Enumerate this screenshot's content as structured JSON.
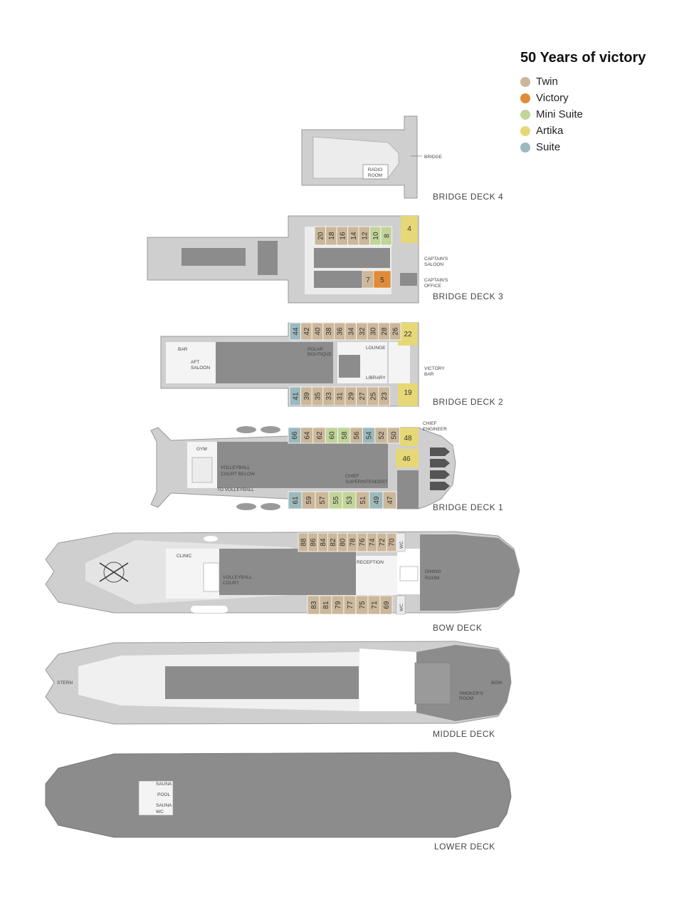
{
  "legend": {
    "title": "50 Years of victory",
    "items": [
      {
        "label": "Twin",
        "color": "#cbb79a"
      },
      {
        "label": "Victory",
        "color": "#e08b3a"
      },
      {
        "label": "Mini Suite",
        "color": "#c2d49a"
      },
      {
        "label": "Artika",
        "color": "#e6d877"
      },
      {
        "label": "Suite",
        "color": "#9db9bd"
      }
    ]
  },
  "decks": {
    "bridge4": {
      "name": "BRIDGE DECK 4",
      "rooms": {
        "bridge": "BRIDGE",
        "radio1": "RADIO",
        "radio2": "ROOM"
      }
    },
    "bridge3": {
      "name": "BRIDGE DECK 3",
      "cabins_top": [
        "20",
        "18",
        "16",
        "14",
        "12",
        "10",
        "8"
      ],
      "cabins_top_types": [
        "twin",
        "twin",
        "twin",
        "twin",
        "twin",
        "mini",
        "mini"
      ],
      "cabin_4": "4",
      "cabin_7": "7",
      "cabin_5": "5",
      "rooms": {
        "saloon1": "CAPTAIN'S",
        "saloon2": "SALOON",
        "office1": "CAPTAIN'S",
        "office2": "OFFICE"
      }
    },
    "bridge2": {
      "name": "BRIDGE DECK 2",
      "cabins_top": [
        "44",
        "42",
        "40",
        "38",
        "36",
        "34",
        "32",
        "30",
        "28",
        "26"
      ],
      "cabins_top_types": [
        "suite",
        "twin",
        "twin",
        "twin",
        "twin",
        "twin",
        "twin",
        "twin",
        "twin",
        "twin"
      ],
      "cabins_bottom": [
        "41",
        "39",
        "35",
        "33",
        "31",
        "29",
        "27",
        "25",
        "23"
      ],
      "cabins_bottom_types": [
        "suite",
        "twin",
        "twin",
        "twin",
        "twin",
        "twin",
        "twin",
        "twin",
        "twin"
      ],
      "cabin_22": "22",
      "cabin_19": "19",
      "rooms": {
        "bar": "BAR",
        "aft1": "AFT",
        "aft2": "SALOON",
        "polar1": "POLAR",
        "polar2": "BOUTIQUE",
        "lounge": "LOUNGE",
        "library": "LIBRARY",
        "vbar1": "VICTORY",
        "vbar2": "BAR"
      }
    },
    "bridge1": {
      "name": "BRIDGE DECK 1",
      "cabins_top": [
        "66",
        "64",
        "62",
        "60",
        "58",
        "56",
        "54",
        "52",
        "50"
      ],
      "cabins_top_types": [
        "suite",
        "twin",
        "twin",
        "mini",
        "mini",
        "twin",
        "suite",
        "twin",
        "twin"
      ],
      "cabins_bottom": [
        "61",
        "59",
        "57",
        "55",
        "53",
        "51",
        "49",
        "47"
      ],
      "cabins_bottom_types": [
        "suite",
        "twin",
        "twin",
        "mini",
        "mini",
        "twin",
        "suite",
        "twin"
      ],
      "cabin_48": "48",
      "cabin_46": "46",
      "rooms": {
        "gym": "GYM",
        "vc1": "VOLLEYBALL",
        "vc2": "COURT BELOW",
        "tovb": "TO VOLLEYBALL",
        "cs1": "CHIEF",
        "cs2": "SUPERINTENDENT",
        "ce1": "CHIEF",
        "ce2": "ENGINEER"
      }
    },
    "bow": {
      "name": "BOW DECK",
      "cabins_top": [
        "88",
        "86",
        "84",
        "82",
        "80",
        "78",
        "76",
        "74",
        "72",
        "70"
      ],
      "cabins_bottom": [
        "83",
        "81",
        "79",
        "77",
        "75",
        "71",
        "69"
      ],
      "wc": "WC",
      "rooms": {
        "clinic": "CLINIC",
        "vb1": "VOLLEYBALL",
        "vb2": "COURT",
        "reception": "RECEPTION",
        "dining1": "DINING",
        "dining2": "ROOM"
      }
    },
    "middle": {
      "name": "MIDDLE DECK",
      "rooms": {
        "stern": "STERN",
        "bow": "BOW",
        "smoke1": "SMOKER'S",
        "smoke2": "ROOM"
      }
    },
    "lower": {
      "name": "LOWER DECK",
      "rooms": {
        "sauna": "SAUNA",
        "pool": "POOL",
        "sauna2": "SAUNA",
        "wc": "WC"
      }
    }
  }
}
